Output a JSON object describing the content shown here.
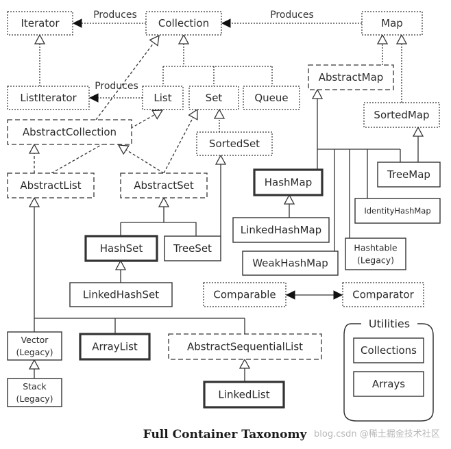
{
  "caption": "Full Container Taxonomy",
  "watermark": "blog.csdn @稀土掘金技术社区",
  "edge_labels": {
    "iterator_produces": "Produces",
    "map_produces": "Produces",
    "listiterator_produces": "Produces"
  },
  "legend": {
    "dotted_box": "interface",
    "dashed_box": "abstract class",
    "solid_box": "concrete class",
    "bold_box": "commonly used class"
  },
  "nodes": {
    "iterator": {
      "label": "Iterator",
      "kind": "interface"
    },
    "collection": {
      "label": "Collection",
      "kind": "interface"
    },
    "map": {
      "label": "Map",
      "kind": "interface"
    },
    "listiterator": {
      "label": "ListIterator",
      "kind": "interface"
    },
    "list": {
      "label": "List",
      "kind": "interface"
    },
    "set": {
      "label": "Set",
      "kind": "interface"
    },
    "queue": {
      "label": "Queue",
      "kind": "interface"
    },
    "abstractmap": {
      "label": "AbstractMap",
      "kind": "abstract"
    },
    "sortedmap": {
      "label": "SortedMap",
      "kind": "interface"
    },
    "abstractcollection": {
      "label": "AbstractCollection",
      "kind": "abstract"
    },
    "sortedset": {
      "label": "SortedSet",
      "kind": "interface"
    },
    "abstractlist": {
      "label": "AbstractList",
      "kind": "abstract"
    },
    "abstractset": {
      "label": "AbstractSet",
      "kind": "abstract"
    },
    "hashmap": {
      "label": "HashMap",
      "kind": "bold"
    },
    "treemap": {
      "label": "TreeMap",
      "kind": "concrete"
    },
    "identityhashmap": {
      "label": "IdentityHashMap",
      "kind": "concrete"
    },
    "linkedhashmap": {
      "label": "LinkedHashMap",
      "kind": "concrete"
    },
    "hashset": {
      "label": "HashSet",
      "kind": "bold"
    },
    "treeset": {
      "label": "TreeSet",
      "kind": "concrete"
    },
    "weakhashmap": {
      "label": "WeakHashMap",
      "kind": "concrete"
    },
    "hashtable": {
      "label": "Hashtable",
      "label2": "(Legacy)",
      "kind": "concrete"
    },
    "linkedhashset": {
      "label": "LinkedHashSet",
      "kind": "concrete"
    },
    "comparable": {
      "label": "Comparable",
      "kind": "interface"
    },
    "comparator": {
      "label": "Comparator",
      "kind": "interface"
    },
    "vector": {
      "label": "Vector",
      "label2": "(Legacy)",
      "kind": "concrete"
    },
    "arraylist": {
      "label": "ArrayList",
      "kind": "bold"
    },
    "abstractsequentiallist": {
      "label": "AbstractSequentialList",
      "kind": "abstract"
    },
    "stack": {
      "label": "Stack",
      "label2": "(Legacy)",
      "kind": "concrete"
    },
    "linkedlist": {
      "label": "LinkedList",
      "kind": "bold"
    }
  },
  "utilities": {
    "title": "Utilities",
    "items": [
      "Collections",
      "Arrays"
    ]
  }
}
